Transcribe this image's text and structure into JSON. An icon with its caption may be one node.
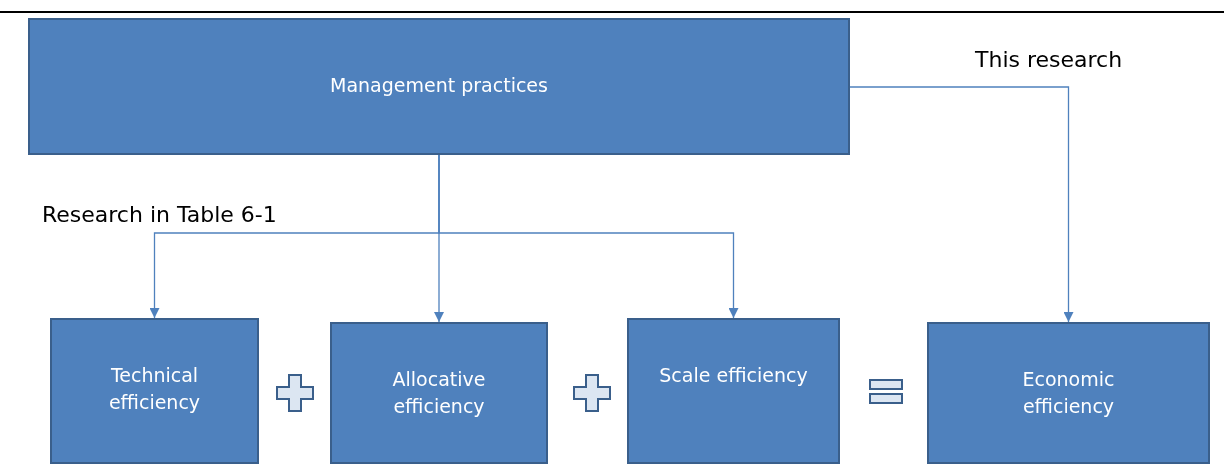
{
  "diagram": {
    "nodes": [
      {
        "text": [
          "Management practices"
        ]
      },
      {
        "text": [
          "Technical efficiency"
        ]
      },
      {
        "text": [
          "Allocative efficiency"
        ]
      },
      {
        "text": [
          "Scale efficiency"
        ]
      },
      {
        "text": [
          "Economic efficiency"
        ]
      }
    ],
    "edges": [
      {
        "from": 0,
        "to": 1,
        "arrow": "to"
      },
      {
        "from": 0,
        "to": 2,
        "arrow": "to"
      },
      {
        "from": 0,
        "to": 3,
        "arrow": "to"
      },
      {
        "from": 0,
        "to": 4,
        "arrow": "to"
      }
    ],
    "labels": [
      "This research",
      "Research in Table 6-1"
    ]
  }
}
